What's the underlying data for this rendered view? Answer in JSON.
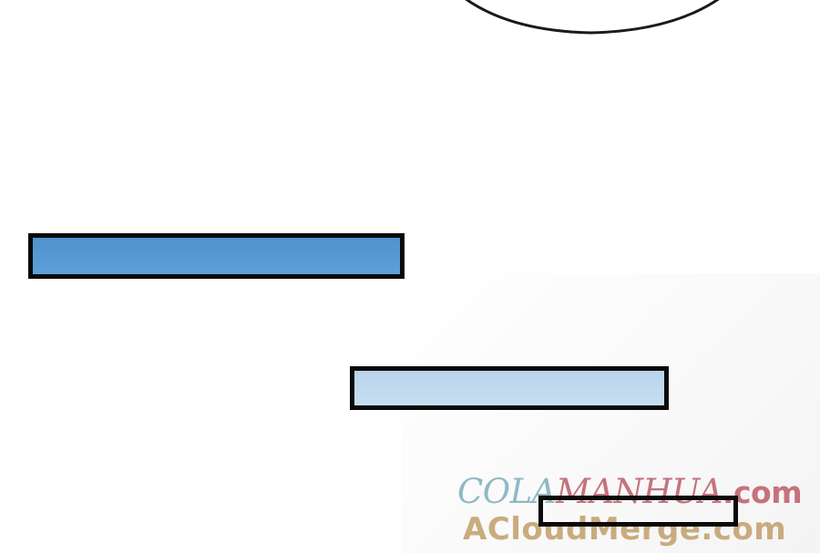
{
  "watermark": {
    "line1_part1": "COLA",
    "line1_part2": "MANHUA",
    "line1_part3": ".com",
    "line2": "ACloudMerge.com"
  },
  "colors": {
    "bar_dark": "#4f93cf",
    "bar_light": "#b7d4ec",
    "outline": "#0a0a0a",
    "watermark_cola": "#8fb9c4",
    "watermark_manhua": "#c5727c",
    "watermark_acloud": "#c9ab7e"
  }
}
